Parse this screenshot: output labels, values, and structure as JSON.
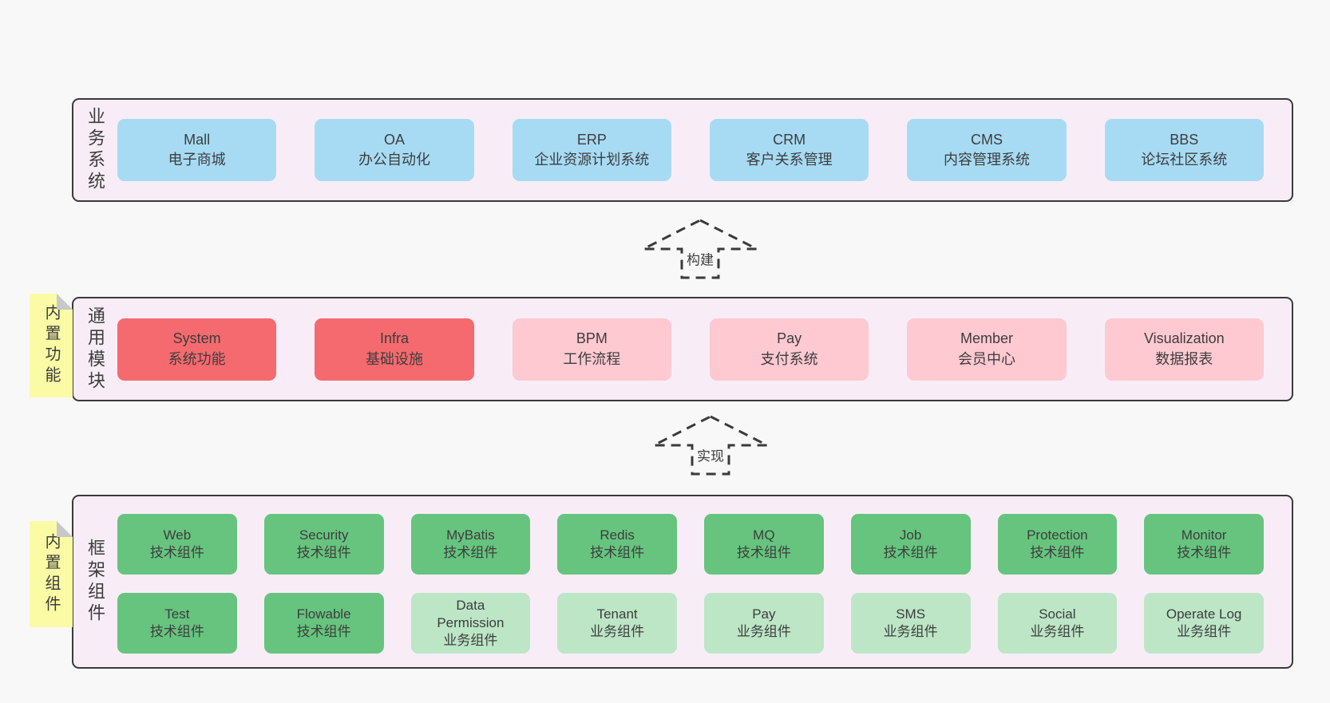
{
  "colors": {
    "page_bg": "#f8f8f8",
    "panel_bg": "#f8edf6",
    "panel_border": "#3a3a3a",
    "blue_box": "#a7dbf4",
    "red_box": "#f56a6e",
    "pink_box": "#fec9d1",
    "green_dark_box": "#66c47e",
    "green_light_box": "#bce6c6",
    "sticky_note": "#fbfba6",
    "note_fold": "#c8c8c8",
    "text": "#3d3d3d"
  },
  "arrows": {
    "build": "构建",
    "implement": "实现"
  },
  "layers": {
    "business": {
      "label": "业务系统",
      "boxes": [
        {
          "en": "Mall",
          "cn": "电子商城"
        },
        {
          "en": "OA",
          "cn": "办公自动化"
        },
        {
          "en": "ERP",
          "cn": "企业资源计划系统"
        },
        {
          "en": "CRM",
          "cn": "客户关系管理"
        },
        {
          "en": "CMS",
          "cn": "内容管理系统"
        },
        {
          "en": "BBS",
          "cn": "论坛社区系统"
        }
      ]
    },
    "modules": {
      "label": "通用模块",
      "tab": "内置功能",
      "boxes": [
        {
          "en": "System",
          "cn": "系统功能"
        },
        {
          "en": "Infra",
          "cn": "基础设施"
        },
        {
          "en": "BPM",
          "cn": "工作流程"
        },
        {
          "en": "Pay",
          "cn": "支付系统"
        },
        {
          "en": "Member",
          "cn": "会员中心"
        },
        {
          "en": "Visualization",
          "cn": "数据报表"
        }
      ]
    },
    "components": {
      "label": "框架组件",
      "tab": "内置组件",
      "row1": [
        {
          "en": "Web",
          "cn": "技术组件"
        },
        {
          "en": "Security",
          "cn": "技术组件"
        },
        {
          "en": "MyBatis",
          "cn": "技术组件"
        },
        {
          "en": "Redis",
          "cn": "技术组件"
        },
        {
          "en": "MQ",
          "cn": "技术组件"
        },
        {
          "en": "Job",
          "cn": "技术组件"
        },
        {
          "en": "Protection",
          "cn": "技术组件"
        },
        {
          "en": "Monitor",
          "cn": "技术组件"
        }
      ],
      "row2": [
        {
          "en": "Test",
          "cn": "技术组件"
        },
        {
          "en": "Flowable",
          "cn": "技术组件"
        },
        {
          "en": "Data Permission",
          "cn": "业务组件"
        },
        {
          "en": "Tenant",
          "cn": "业务组件"
        },
        {
          "en": "Pay",
          "cn": "业务组件"
        },
        {
          "en": "SMS",
          "cn": "业务组件"
        },
        {
          "en": "Social",
          "cn": "业务组件"
        },
        {
          "en": "Operate Log",
          "cn": "业务组件"
        }
      ]
    }
  }
}
